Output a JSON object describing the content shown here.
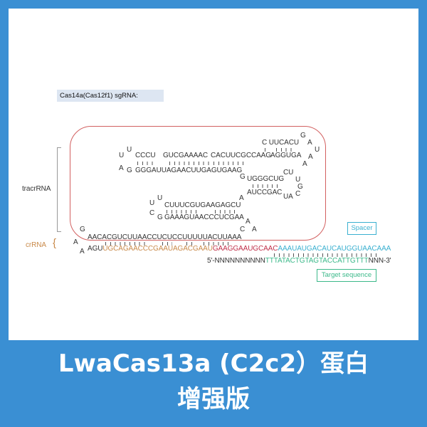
{
  "label": "Cas14a(Cas12f1) sgRNA:",
  "tracr_label": "tracrRNA",
  "cr_label": "crRNA",
  "cr_brace": "{",
  "stem1": {
    "top_l1": "U",
    "top_l2": "U",
    "top_a": "CCCU",
    "top_b": "GUCGAAAAC",
    "top_c": "CACUUCGCCAAG",
    "top_d": "AGGUGA",
    "loop_top": "C UUCACU",
    "loop_g": "G",
    "loop_a1": "A",
    "loop_u": "U",
    "loop_a2": "A",
    "loop_a3": "A",
    "bot_l1": "A",
    "bot_l2": "G",
    "bot_a": "GGGAUUAGAACUUGAGUGAAG",
    "bot_g": "G",
    "hp_top": "UGGGCUG",
    "hp_cu": "CU",
    "hp_u": "U",
    "hp_g": "G",
    "hp_bot": "AUCCGAC",
    "hp_ua": "UA",
    "hp_c": "C",
    "bot_a2": "A"
  },
  "stem2": {
    "u1": "U",
    "u2": "U",
    "top": "CUUUCGUGAAGAGCU",
    "c1": "C",
    "g1": "G",
    "bot": "GAAAGUAACCCUCGAA",
    "a1": "A",
    "c2": "C",
    "a2": "A"
  },
  "stem3": {
    "g": "G",
    "top": "AACACGUCUUAACCUCUCCUUUUUACUUAAA",
    "a1": "A",
    "a2": "A",
    "agu": "AGU",
    "orange": "UGCAGAACCCGAAUAGACGAAU",
    "red": "GAAGGAAUGCAAC",
    "spacer_seq": "AAAUAUGACAUCAUGGUAACAAA"
  },
  "target": {
    "prefix": "5'-NNNNNNNNNN",
    "seq": "TTTATACTGTAGTACCATTGTTT",
    "suffix": "NNN-3'"
  },
  "spacer_label": "Spacer",
  "target_label": "Target sequence",
  "footer": {
    "line1": "LwaCas13a (C2c2）蛋白",
    "line2": "增强版"
  },
  "colors": {
    "orange": "#c98a4a",
    "red": "#c0304a",
    "cyan": "#3ab0d0",
    "green": "#3cb98a",
    "background": "#3a8fd3"
  }
}
